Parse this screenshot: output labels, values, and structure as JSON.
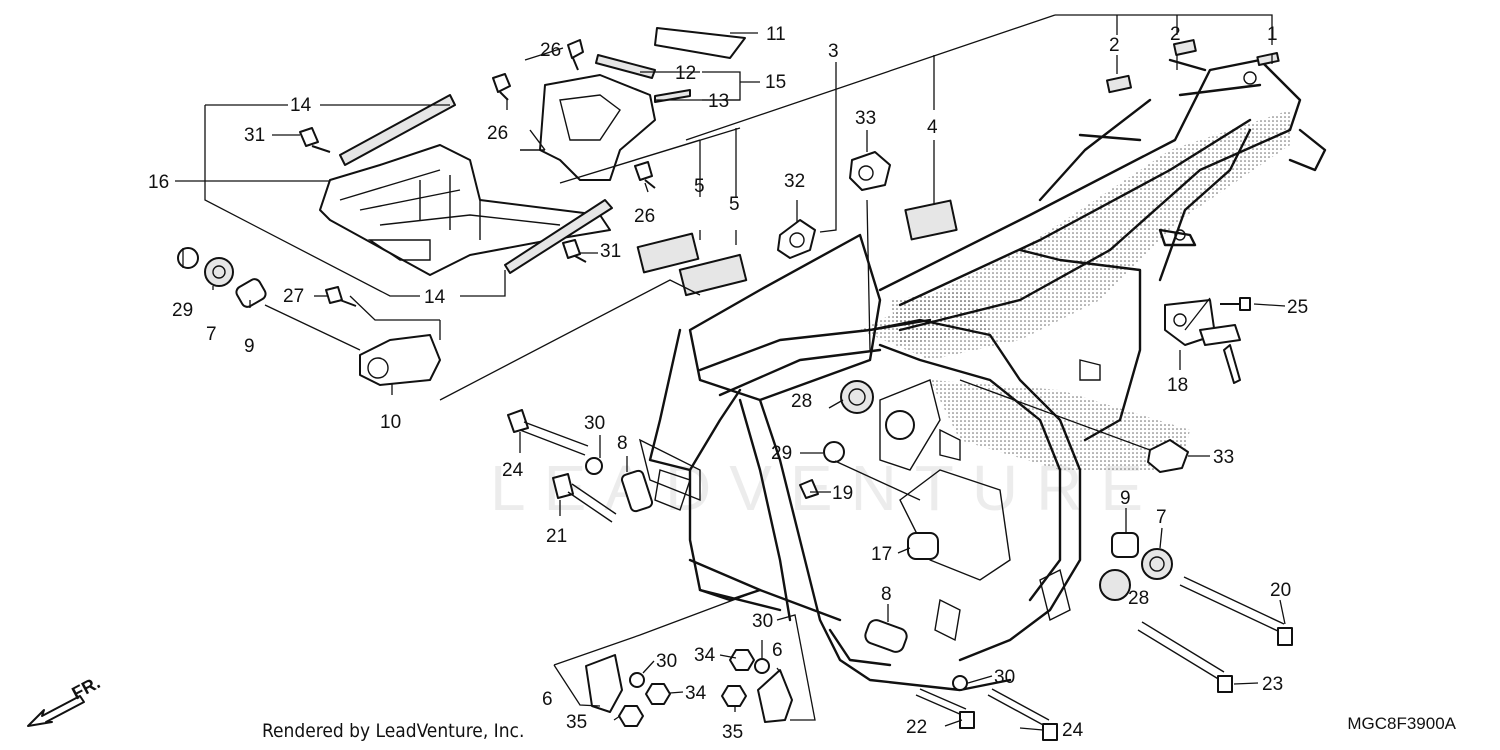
{
  "footer": {
    "credit": "Rendered by LeadVenture, Inc.",
    "diagram_code": "MGC8F3900A"
  },
  "direction": {
    "label": "FR.",
    "icon": "front-direction-arrow-icon"
  },
  "watermark": "LEADVENTURE",
  "callouts": [
    {
      "id": "c1",
      "text": "1"
    },
    {
      "id": "c2a",
      "text": "2"
    },
    {
      "id": "c2b",
      "text": "2"
    },
    {
      "id": "c3",
      "text": "3"
    },
    {
      "id": "c4",
      "text": "4"
    },
    {
      "id": "c5a",
      "text": "5"
    },
    {
      "id": "c5b",
      "text": "5"
    },
    {
      "id": "c6a",
      "text": "6"
    },
    {
      "id": "c6b",
      "text": "6"
    },
    {
      "id": "c7a",
      "text": "7"
    },
    {
      "id": "c7b",
      "text": "7"
    },
    {
      "id": "c8a",
      "text": "8"
    },
    {
      "id": "c8b",
      "text": "8"
    },
    {
      "id": "c9a",
      "text": "9"
    },
    {
      "id": "c9b",
      "text": "9"
    },
    {
      "id": "c10",
      "text": "10"
    },
    {
      "id": "c11",
      "text": "11"
    },
    {
      "id": "c12",
      "text": "12"
    },
    {
      "id": "c13",
      "text": "13"
    },
    {
      "id": "c14a",
      "text": "14"
    },
    {
      "id": "c14b",
      "text": "14"
    },
    {
      "id": "c15",
      "text": "15"
    },
    {
      "id": "c16",
      "text": "16"
    },
    {
      "id": "c17",
      "text": "17"
    },
    {
      "id": "c18",
      "text": "18"
    },
    {
      "id": "c19",
      "text": "19"
    },
    {
      "id": "c20",
      "text": "20"
    },
    {
      "id": "c21",
      "text": "21"
    },
    {
      "id": "c22",
      "text": "22"
    },
    {
      "id": "c23",
      "text": "23"
    },
    {
      "id": "c24a",
      "text": "24"
    },
    {
      "id": "c24b",
      "text": "24"
    },
    {
      "id": "c25",
      "text": "25"
    },
    {
      "id": "c26a",
      "text": "26"
    },
    {
      "id": "c26b",
      "text": "26"
    },
    {
      "id": "c26c",
      "text": "26"
    },
    {
      "id": "c27",
      "text": "27"
    },
    {
      "id": "c28a",
      "text": "28"
    },
    {
      "id": "c28b",
      "text": "28"
    },
    {
      "id": "c29a",
      "text": "29"
    },
    {
      "id": "c29b",
      "text": "29"
    },
    {
      "id": "c30a",
      "text": "30"
    },
    {
      "id": "c30b",
      "text": "30"
    },
    {
      "id": "c30c",
      "text": "30"
    },
    {
      "id": "c30d",
      "text": "30"
    },
    {
      "id": "c31a",
      "text": "31"
    },
    {
      "id": "c31b",
      "text": "31"
    },
    {
      "id": "c32",
      "text": "32"
    },
    {
      "id": "c33a",
      "text": "33"
    },
    {
      "id": "c33b",
      "text": "33"
    },
    {
      "id": "c34a",
      "text": "34"
    },
    {
      "id": "c34b",
      "text": "34"
    },
    {
      "id": "c35a",
      "text": "35"
    },
    {
      "id": "c35b",
      "text": "35"
    }
  ]
}
